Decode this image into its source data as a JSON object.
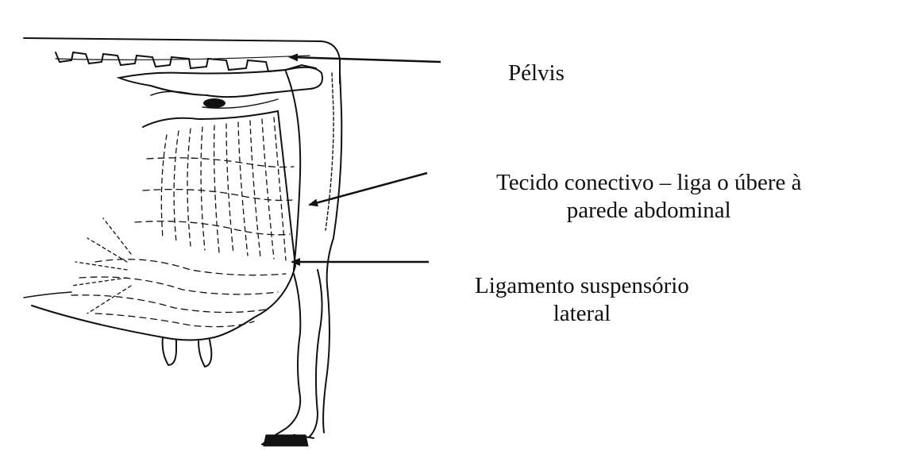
{
  "labels": {
    "pelvis": "Pélvis",
    "tecido_line1": "Tecido conectivo – liga o úbere à",
    "tecido_line2": "parede abdominal",
    "ligamento_line1": "Ligamento suspensório",
    "ligamento_line2": "lateral"
  },
  "colors": {
    "ink": "#111111",
    "background": "#ffffff"
  }
}
